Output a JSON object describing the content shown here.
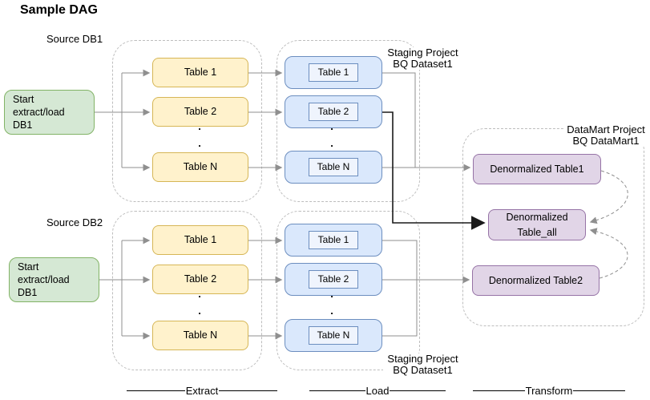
{
  "title": "Sample DAG",
  "palette": {
    "extract_fill": "#FFF2CC",
    "extract_border": "#D6B656",
    "load_fill": "#DAE8FC",
    "load_inner_fill": "#EFF4FD",
    "load_border": "#6C8EBF",
    "start_fill": "#D5E8D4",
    "start_border": "#82B366",
    "datamart_fill": "#E1D5E7",
    "datamart_border": "#9673A6",
    "connector_gray": "#8F8F8F",
    "connector_black": "#1A1A1A",
    "container_dash": "#BDBDBD"
  },
  "pipelines": [
    {
      "source_label": "Source DB1",
      "start_node": "Start extract/load\nDB1",
      "extract_tables": [
        "Table 1",
        "Table 2",
        "Table N"
      ],
      "load_tables": [
        "Table 1",
        "Table 2",
        "Table N"
      ],
      "staging_label": "Staging Project\nBQ Dataset1",
      "ellipsis": ".\n."
    },
    {
      "source_label": "Source DB2",
      "start_node": "Start extract/load\nDB1",
      "extract_tables": [
        "Table 1",
        "Table 2",
        "Table N"
      ],
      "load_tables": [
        "Table 1",
        "Table 2",
        "Table N"
      ],
      "staging_label": "Staging Project\nBQ Dataset1",
      "ellipsis": ".\n."
    }
  ],
  "datamart": {
    "label": "DataMart Project\nBQ DataMart1",
    "nodes": [
      "Denormalized Table1",
      "Denormalized\nTable_all",
      "Denormalized Table2"
    ]
  },
  "stages": [
    "Extract",
    "Load",
    "Transform"
  ]
}
